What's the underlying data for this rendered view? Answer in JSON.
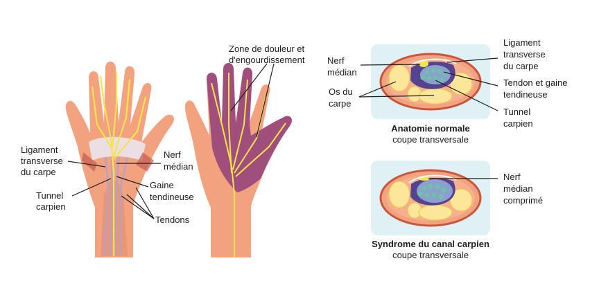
{
  "labels": {
    "ligament_left": [
      "Ligament",
      "transverse",
      "du carpe"
    ],
    "tunnel_left": [
      "Tunnel",
      "carpien"
    ],
    "nerf_left": [
      "Nerf",
      "médian"
    ],
    "gaine": [
      "Gaine",
      "tendineuse"
    ],
    "tendons": "Tendons",
    "zone": [
      "Zone de douleur et",
      "d'engourdissement"
    ],
    "nerf_median": [
      "Nerf",
      "médian"
    ],
    "os_carpe": [
      "Os du",
      "carpe"
    ],
    "ligament_right": [
      "Ligament",
      "transverse",
      "du carpe"
    ],
    "tendon_gaine": [
      "Tendon et gaine",
      "tendineuse"
    ],
    "tunnel_right": [
      "Tunnel",
      "carpien"
    ],
    "nerf_comprime": [
      "Nerf",
      "médian",
      "comprimé"
    ]
  },
  "captions": {
    "normal_title": "Anatomie normale",
    "normal_sub": "coupe transversale",
    "syndrome_title": "Syndrome du canal carpien",
    "syndrome_sub": "coupe transversale"
  },
  "colors": {
    "skin": "#f2a27f",
    "skin_shade": "#e58d6a",
    "numb_zone": "#a04f7c",
    "nerve": "#f7e34b",
    "bone": "#fbe69a",
    "tunnel": "#54448f",
    "tendon": "#6fc1ab",
    "panel": "#dff1f4",
    "ligament": "#ebe6ef"
  }
}
